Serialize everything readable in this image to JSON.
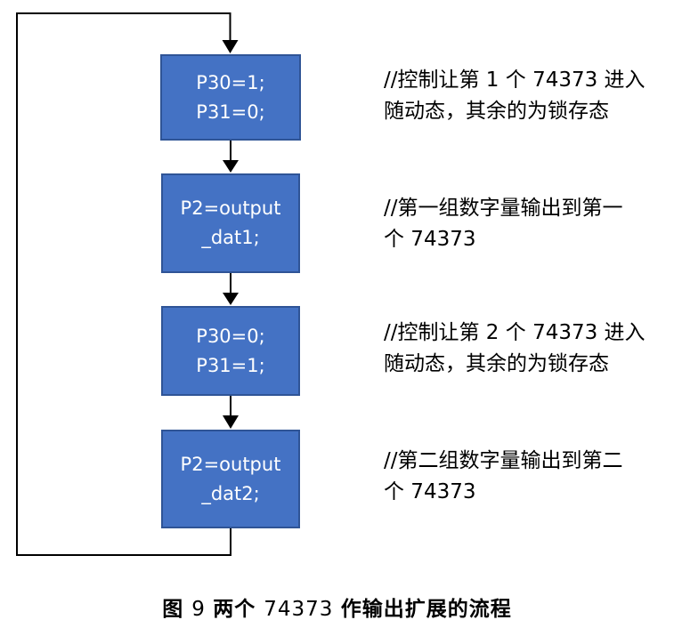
{
  "colors": {
    "box_fill": "#4472C4",
    "box_border": "#2F5496",
    "connector": "#000000",
    "text_on_box": "#FFFFFF",
    "comment_text": "#000000"
  },
  "flowchart": {
    "boxes": [
      {
        "lines": [
          "P30=1;",
          "P31=0;"
        ]
      },
      {
        "lines": [
          "P2=output",
          "_dat1;"
        ]
      },
      {
        "lines": [
          "P30=0;",
          "P31=1;"
        ]
      },
      {
        "lines": [
          "P2=output",
          "_dat2;"
        ]
      }
    ]
  },
  "comments": [
    {
      "lines": [
        "//控制让第 1 个 74373 进入",
        "随动态，其余的为锁存态"
      ]
    },
    {
      "lines": [
        "//第一组数字量输出到第一",
        "个 74373"
      ]
    },
    {
      "lines": [
        "//控制让第 2 个 74373 进入",
        "随动态，其余的为锁存态"
      ]
    },
    {
      "lines": [
        "//第二组数字量输出到第二",
        "个 74373"
      ]
    }
  ],
  "caption": {
    "segments": [
      {
        "text": "图 ",
        "bold": true
      },
      {
        "text": "9 ",
        "bold": false
      },
      {
        "text": "两个 ",
        "bold": true
      },
      {
        "text": "74373 ",
        "bold": false
      },
      {
        "text": "作输出扩展的流程",
        "bold": true
      }
    ],
    "full_text": "图 9 两个 74373 作输出扩展的流程"
  }
}
